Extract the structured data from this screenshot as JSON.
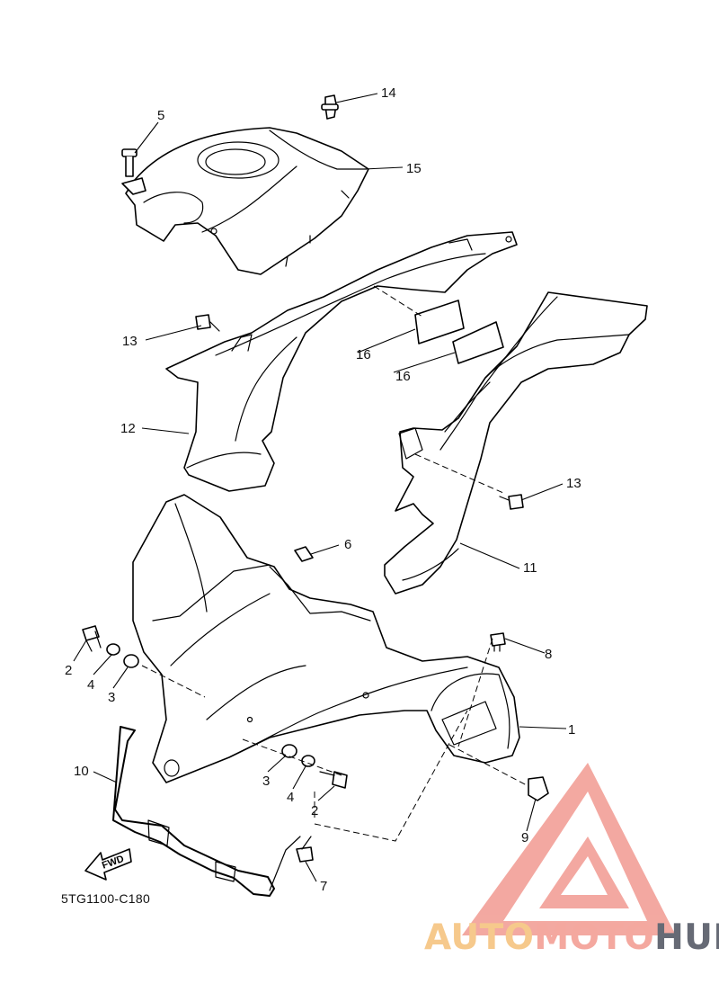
{
  "diagram": {
    "drawing_code": "5TG1100-C180",
    "direction_label": "FWD",
    "callouts": [
      {
        "id": "c1",
        "label": "1"
      },
      {
        "id": "c2a",
        "label": "2"
      },
      {
        "id": "c2b",
        "label": "2"
      },
      {
        "id": "c3a",
        "label": "3"
      },
      {
        "id": "c3b",
        "label": "3"
      },
      {
        "id": "c4a",
        "label": "4"
      },
      {
        "id": "c4b",
        "label": "4"
      },
      {
        "id": "c5",
        "label": "5"
      },
      {
        "id": "c6",
        "label": "6"
      },
      {
        "id": "c7",
        "label": "7"
      },
      {
        "id": "c8",
        "label": "8"
      },
      {
        "id": "c9",
        "label": "9"
      },
      {
        "id": "c10",
        "label": "10"
      },
      {
        "id": "c11",
        "label": "11"
      },
      {
        "id": "c12",
        "label": "12"
      },
      {
        "id": "c13a",
        "label": "13"
      },
      {
        "id": "c13b",
        "label": "13"
      },
      {
        "id": "c14",
        "label": "14"
      },
      {
        "id": "c15",
        "label": "15"
      },
      {
        "id": "c16a",
        "label": "16"
      },
      {
        "id": "c16b",
        "label": "16"
      }
    ]
  },
  "watermark": {
    "part1": "AUTO",
    "part2": "MOTO",
    "part3": "HUB",
    "colors": {
      "auto": "#f6c98c",
      "moto": "#f4a89f",
      "hub": "#666a75",
      "logo": "#f19a91"
    }
  }
}
